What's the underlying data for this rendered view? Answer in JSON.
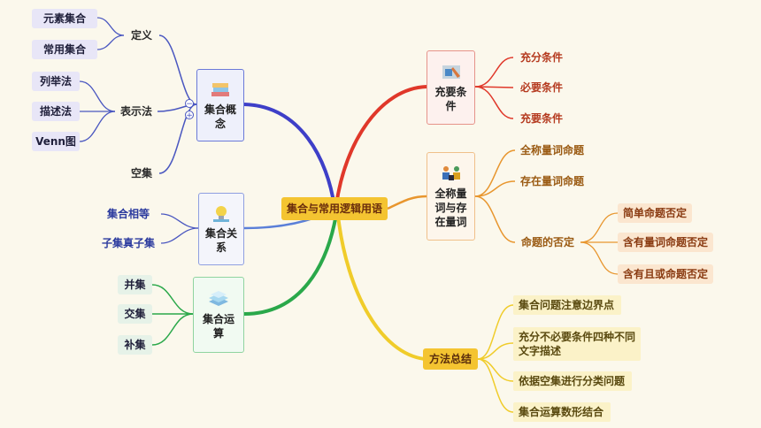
{
  "central": "集合与常用逻辑用语",
  "left": {
    "concept": {
      "label": "集合概念",
      "definition": {
        "label": "定义",
        "items": [
          "元素集合",
          "常用集合"
        ]
      },
      "representation": {
        "label": "表示法",
        "items": [
          "列举法",
          "描述法",
          "Venn图"
        ]
      },
      "empty": "空集",
      "toggle_collapse": "−",
      "toggle_expand": "+"
    },
    "relation": {
      "label": "集合关系",
      "items": [
        "集合相等",
        "子集真子集"
      ]
    },
    "operation": {
      "label": "集合运算",
      "items": [
        "并集",
        "交集",
        "补集"
      ]
    }
  },
  "right": {
    "condition": {
      "label": "充要条件",
      "items": [
        "充分条件",
        "必要条件",
        "充要条件"
      ]
    },
    "quantifier": {
      "label": "全称量词与存在量词",
      "items": [
        "全称量词命题",
        "存在量词命题"
      ],
      "negation": {
        "label": "命题的否定",
        "items": [
          "简单命题否定",
          "含有量词命题否定",
          "含有且或命题否定"
        ]
      }
    },
    "method": {
      "label": "方法总结",
      "items": [
        "集合问题注意边界点",
        "充分不必要条件四种不同文字描述",
        "依据空集进行分类问题",
        "集合运算数形结合"
      ]
    }
  },
  "colors": {
    "blue": "#4a57c0",
    "purple": "#3e3fc8",
    "lightblue": "#5a7fd8",
    "green": "#2aa84a",
    "red": "#e0382a",
    "orange": "#e8962e",
    "yellow": "#f0cc2a"
  },
  "icons": [
    "books-icon",
    "bulb-icon",
    "stack-icon",
    "toolbox-icon",
    "people-icon"
  ]
}
